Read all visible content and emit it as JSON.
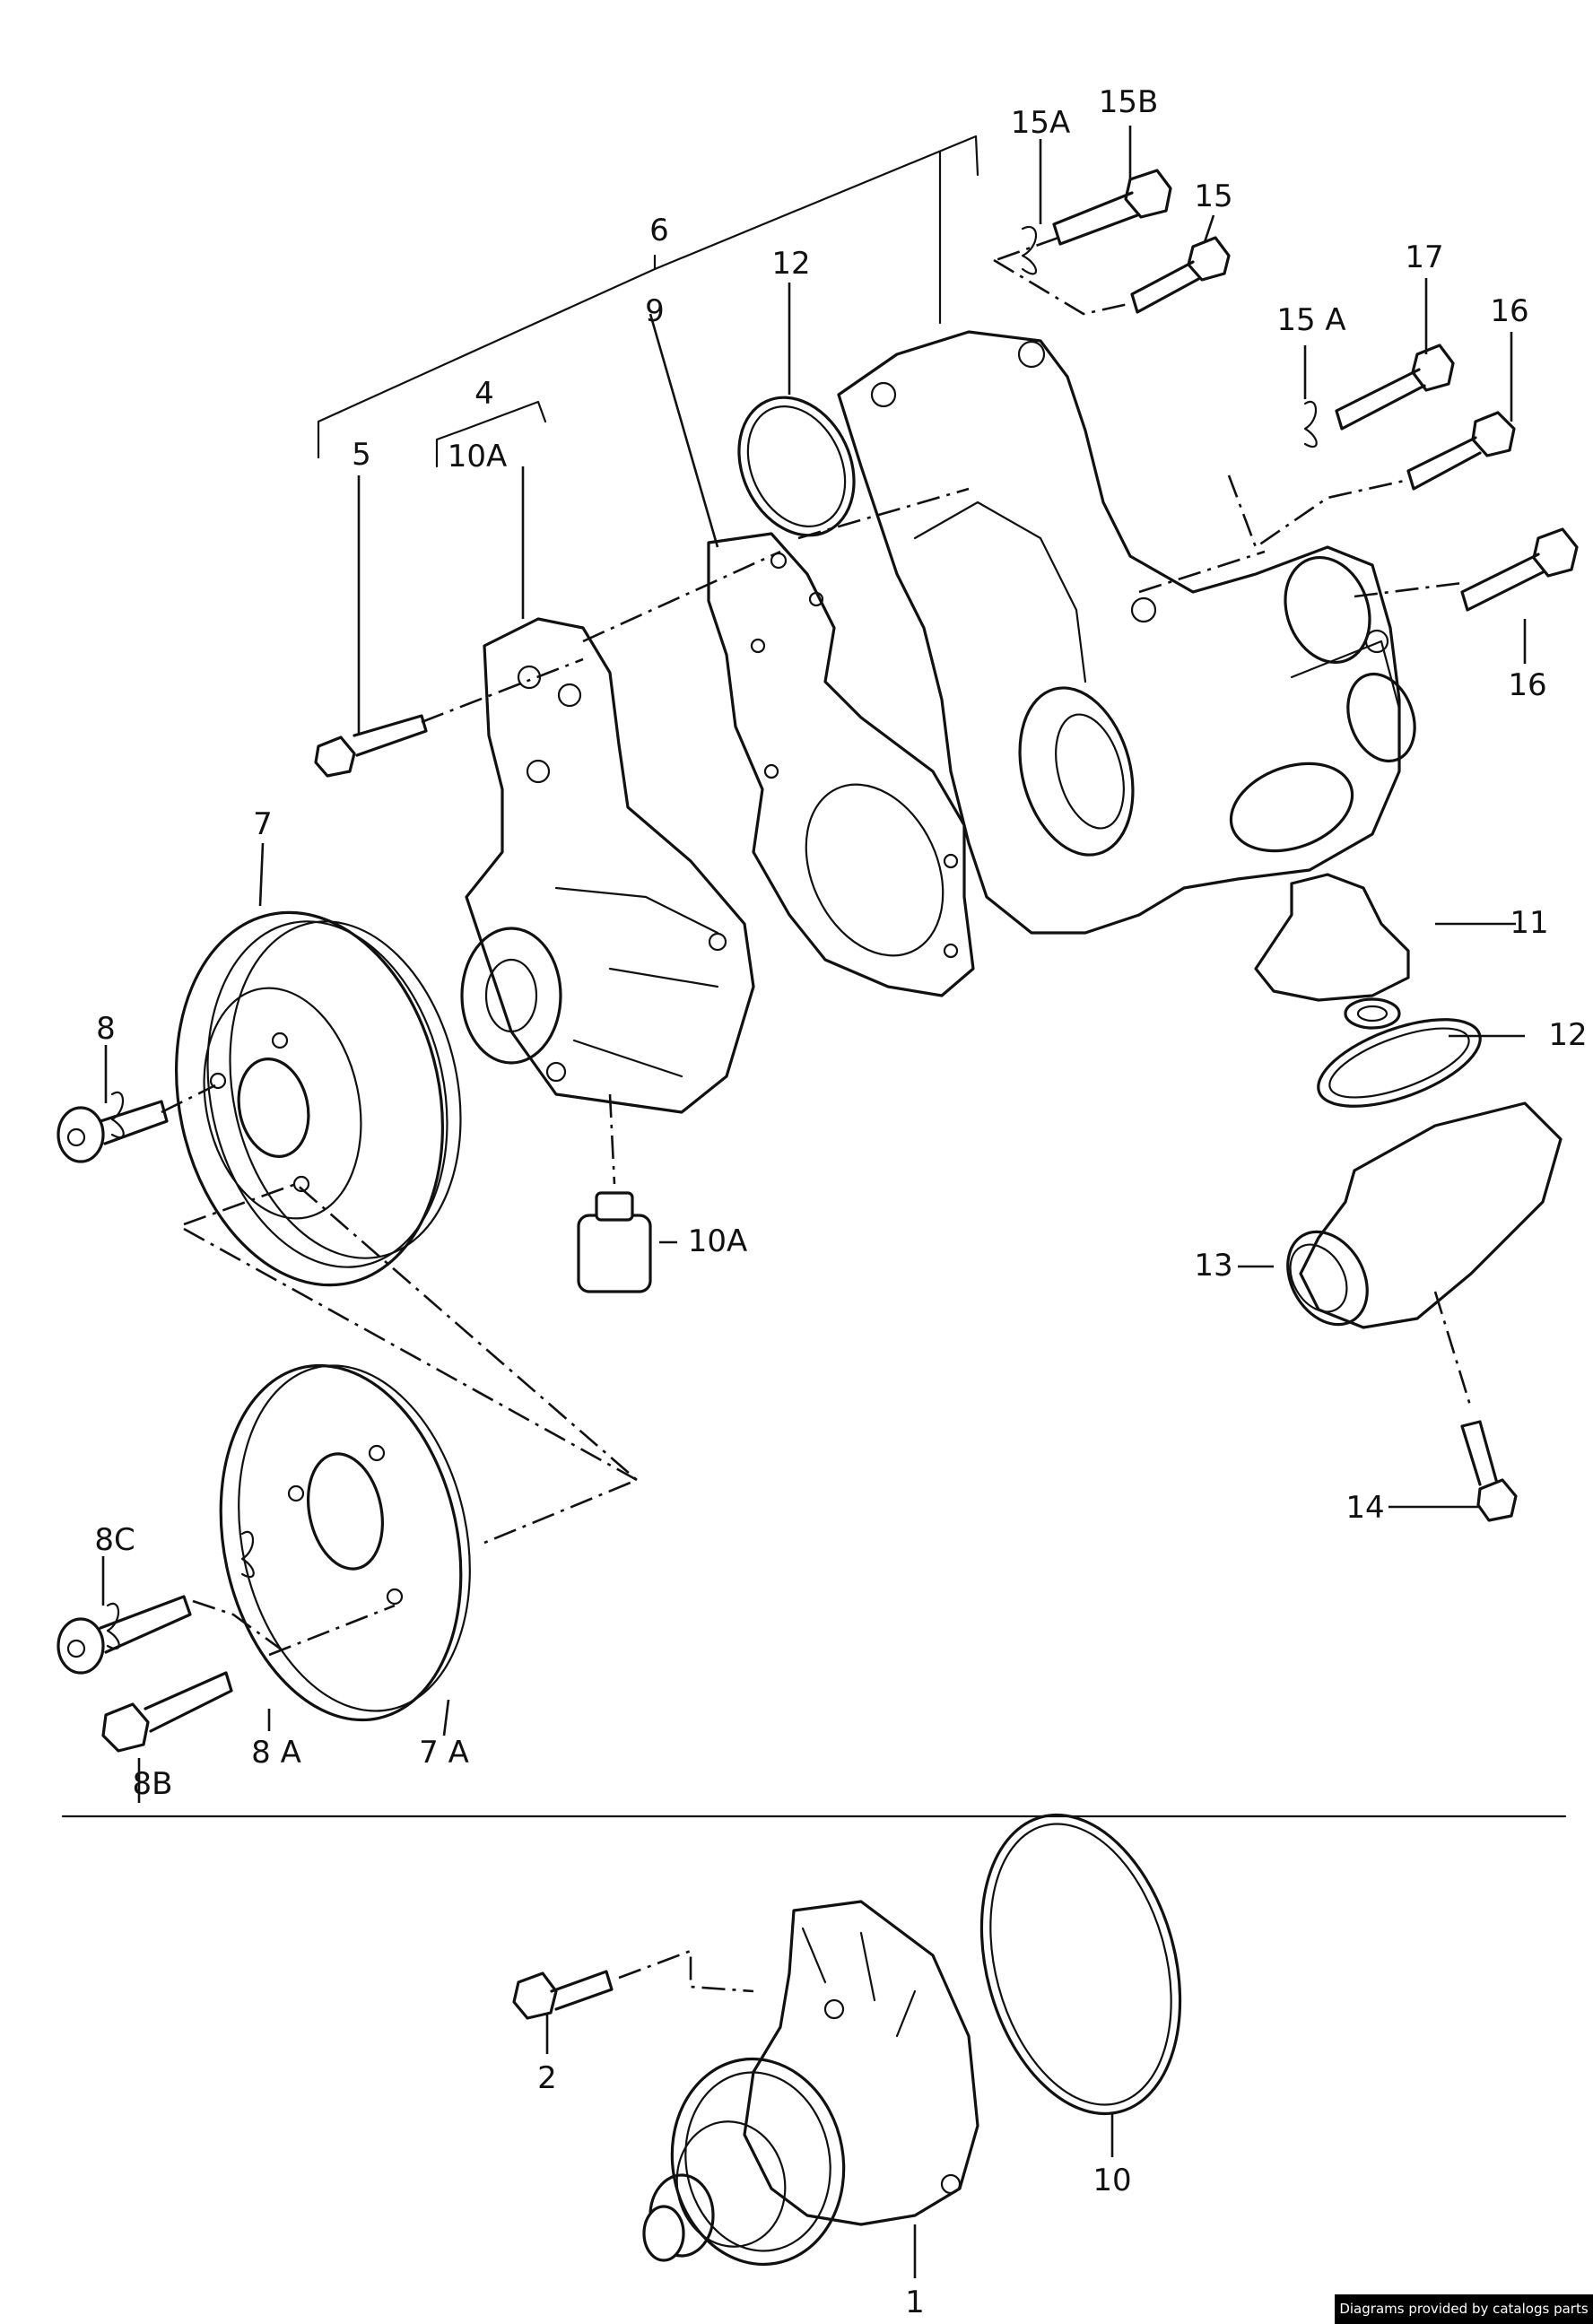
{
  "labels": {
    "p1": "1",
    "p2": "2",
    "p4": "4",
    "p5": "5",
    "p6": "6",
    "p7": "7",
    "p7a": "7 A",
    "p8": "8",
    "p8a": "8 A",
    "p8b": "8B",
    "p8c": "8C",
    "p9": "9",
    "p10": "10",
    "p10a_top": "10A",
    "p10a_plug": "10A",
    "p11": "11",
    "p12_top": "12",
    "p12_side": "12",
    "p13": "13",
    "p14": "14",
    "p15": "15",
    "p15a_top": "15A",
    "p15a_mid": "15 A",
    "p15b": "15B",
    "p16_top": "16",
    "p16_bottom": "16",
    "p17": "17"
  },
  "credit": "Diagrams provided by catalogs parts"
}
